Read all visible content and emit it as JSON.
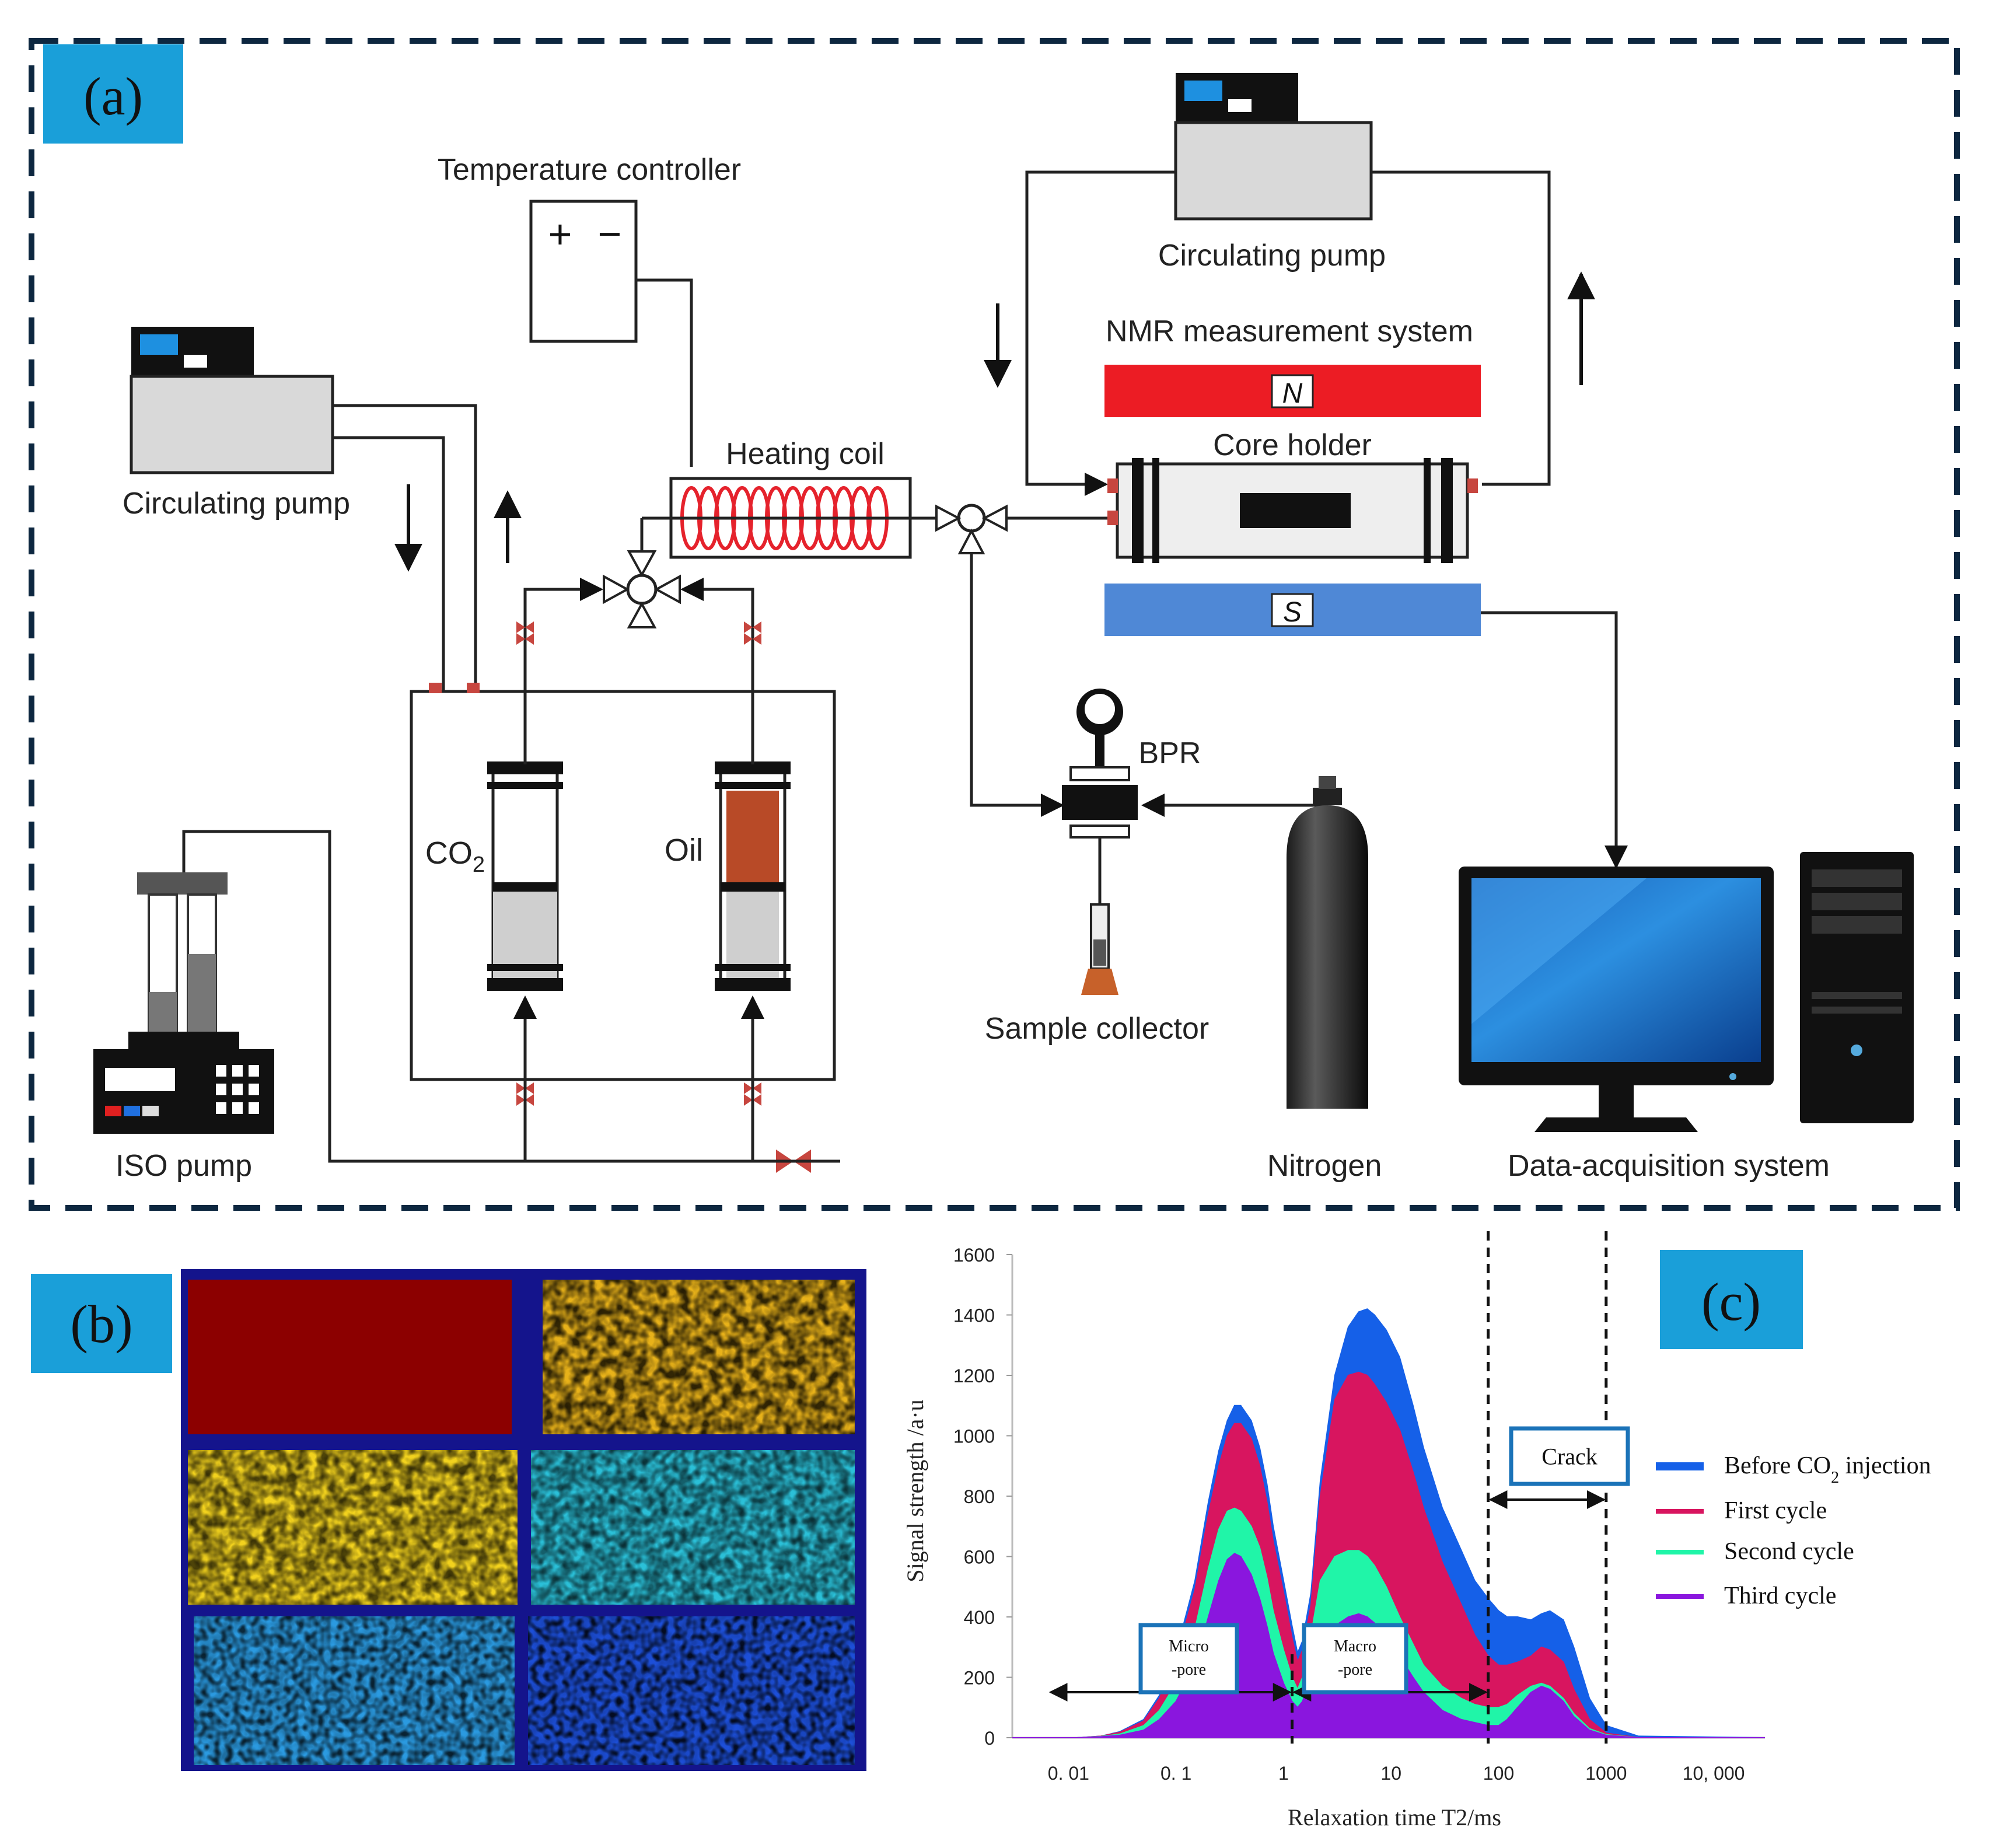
{
  "panel_a": {
    "tag": "(a)",
    "labels": {
      "temperature_controller": "Temperature controller",
      "circulating_pump_left": "Circulating pump",
      "circulating_pump_right": "Circulating pump",
      "nmr_system": "NMR measurement system",
      "magnet_n": "N",
      "magnet_s": "S",
      "core_holder": "Core holder",
      "heating_coil": "Heating coil",
      "co2_prefix": "CO",
      "co2_sub": "2",
      "oil": "Oil",
      "bpr": "BPR",
      "sample_collector": "Sample collector",
      "nitrogen": "Nitrogen",
      "iso_pump": "ISO pump",
      "data_acquisition": "Data-acquisition system",
      "plus": "+",
      "minus": "−"
    }
  },
  "panel_b": {
    "tag": "(b)"
  },
  "panel_c": {
    "tag": "(c)"
  },
  "colors": {
    "tag_bg": "#1a9fd9",
    "blue_series": "#1560e8",
    "crimson_series": "#d8155f",
    "mint_series": "#20f5a8",
    "purple_series": "#8a16de",
    "magnet_n": "#ec1c24",
    "magnet_s": "#4f88d6",
    "oil": "#b84a27"
  },
  "chart_data": {
    "type": "area",
    "ylabel": "Signal strength /a·u",
    "xlabel": "Relaxation time T2/ms",
    "xscale": "log",
    "xlim": [
      0.003,
      30000
    ],
    "ylim": [
      0,
      1600
    ],
    "x_tick_labels": [
      {
        "v": 0.01,
        "label": "0. 01"
      },
      {
        "v": 0.1,
        "label": "0. 1"
      },
      {
        "v": 1,
        "label": "1"
      },
      {
        "v": 10,
        "label": "10"
      },
      {
        "v": 100,
        "label": "100"
      },
      {
        "v": 1000,
        "label": "1000"
      },
      {
        "v": 10000,
        "label": "10, 000"
      }
    ],
    "y_tick_labels": [
      "0",
      "200",
      "400",
      "600",
      "800",
      "1000",
      "1200",
      "1400",
      "1600"
    ],
    "series": [
      {
        "name_html": "Before CO<tspan baseline-shift='sub' font-size='28'>2</tspan> injection",
        "name": "Before CO2 injection",
        "color": "#1560e8",
        "x": [
          0.003,
          0.012,
          0.02,
          0.03,
          0.05,
          0.07,
          0.1,
          0.15,
          0.2,
          0.25,
          0.3,
          0.35,
          0.4,
          0.5,
          0.6,
          0.7,
          0.8,
          1.0,
          1.2,
          1.35,
          1.5,
          1.8,
          2.2,
          3,
          4,
          5,
          6,
          7,
          9,
          12,
          16,
          20,
          30,
          45,
          60,
          80,
          100,
          120,
          150,
          200,
          250,
          300,
          400,
          500,
          700,
          1000,
          2000,
          30000
        ],
        "y": [
          0,
          0,
          5,
          20,
          60,
          140,
          280,
          520,
          780,
          950,
          1050,
          1100,
          1100,
          1050,
          960,
          840,
          700,
          520,
          370,
          280,
          320,
          480,
          850,
          1200,
          1360,
          1410,
          1420,
          1400,
          1350,
          1260,
          1100,
          960,
          760,
          620,
          520,
          460,
          420,
          400,
          400,
          390,
          410,
          420,
          390,
          300,
          130,
          40,
          5,
          0
        ]
      },
      {
        "name": "First cycle",
        "color": "#d8155f",
        "x": [
          0.003,
          0.012,
          0.02,
          0.03,
          0.05,
          0.07,
          0.1,
          0.15,
          0.2,
          0.25,
          0.3,
          0.35,
          0.4,
          0.5,
          0.6,
          0.7,
          0.8,
          1.0,
          1.2,
          1.35,
          1.5,
          1.8,
          2.2,
          3,
          4,
          5,
          6,
          7,
          9,
          12,
          16,
          20,
          30,
          45,
          60,
          80,
          100,
          120,
          150,
          200,
          250,
          300,
          400,
          500,
          700,
          1000,
          2000,
          30000
        ],
        "y": [
          0,
          0,
          5,
          18,
          55,
          130,
          260,
          490,
          740,
          900,
          1000,
          1040,
          1040,
          990,
          900,
          780,
          650,
          480,
          330,
          250,
          290,
          440,
          800,
          1120,
          1200,
          1210,
          1200,
          1170,
          1110,
          1020,
          880,
          760,
          580,
          440,
          340,
          270,
          240,
          240,
          250,
          270,
          300,
          290,
          250,
          160,
          60,
          15,
          0,
          0
        ]
      },
      {
        "name": "Second cycle",
        "color": "#20f5a8",
        "x": [
          0.003,
          0.012,
          0.02,
          0.03,
          0.05,
          0.07,
          0.1,
          0.15,
          0.2,
          0.25,
          0.3,
          0.35,
          0.4,
          0.5,
          0.6,
          0.7,
          0.8,
          1.0,
          1.2,
          1.35,
          1.5,
          1.8,
          2.2,
          3,
          4,
          5,
          6,
          7,
          9,
          12,
          16,
          20,
          30,
          45,
          60,
          80,
          100,
          120,
          150,
          200,
          250,
          300,
          400,
          500,
          700,
          1000,
          2000,
          30000
        ],
        "y": [
          0,
          0,
          4,
          12,
          40,
          90,
          180,
          360,
          560,
          690,
          750,
          760,
          750,
          700,
          630,
          530,
          420,
          290,
          200,
          160,
          200,
          340,
          520,
          600,
          620,
          620,
          600,
          570,
          500,
          400,
          310,
          240,
          170,
          130,
          110,
          100,
          100,
          110,
          140,
          170,
          180,
          170,
          130,
          80,
          30,
          10,
          0,
          0
        ]
      },
      {
        "name": "Third cycle",
        "color": "#8a16de",
        "x": [
          0.003,
          0.012,
          0.02,
          0.03,
          0.05,
          0.07,
          0.1,
          0.15,
          0.2,
          0.25,
          0.3,
          0.35,
          0.4,
          0.5,
          0.6,
          0.7,
          0.8,
          1.0,
          1.2,
          1.35,
          1.5,
          1.8,
          2.2,
          3,
          4,
          5,
          6,
          7,
          9,
          12,
          16,
          20,
          30,
          45,
          60,
          80,
          100,
          120,
          150,
          200,
          250,
          300,
          400,
          500,
          700,
          1000,
          2000,
          30000
        ],
        "y": [
          0,
          0,
          3,
          8,
          25,
          60,
          120,
          240,
          400,
          520,
          590,
          610,
          600,
          540,
          460,
          370,
          280,
          180,
          120,
          100,
          120,
          200,
          300,
          370,
          400,
          410,
          400,
          380,
          340,
          270,
          200,
          150,
          90,
          60,
          50,
          40,
          40,
          60,
          100,
          150,
          170,
          160,
          120,
          70,
          25,
          8,
          0,
          0
        ]
      }
    ],
    "legend_position": "right",
    "annotations": {
      "crack": "Crack",
      "micro": [
        "Micro",
        "-pore"
      ],
      "macro": [
        "Macro",
        "-pore"
      ]
    },
    "dashed_lines_x": [
      1.2,
      80,
      1000
    ]
  }
}
